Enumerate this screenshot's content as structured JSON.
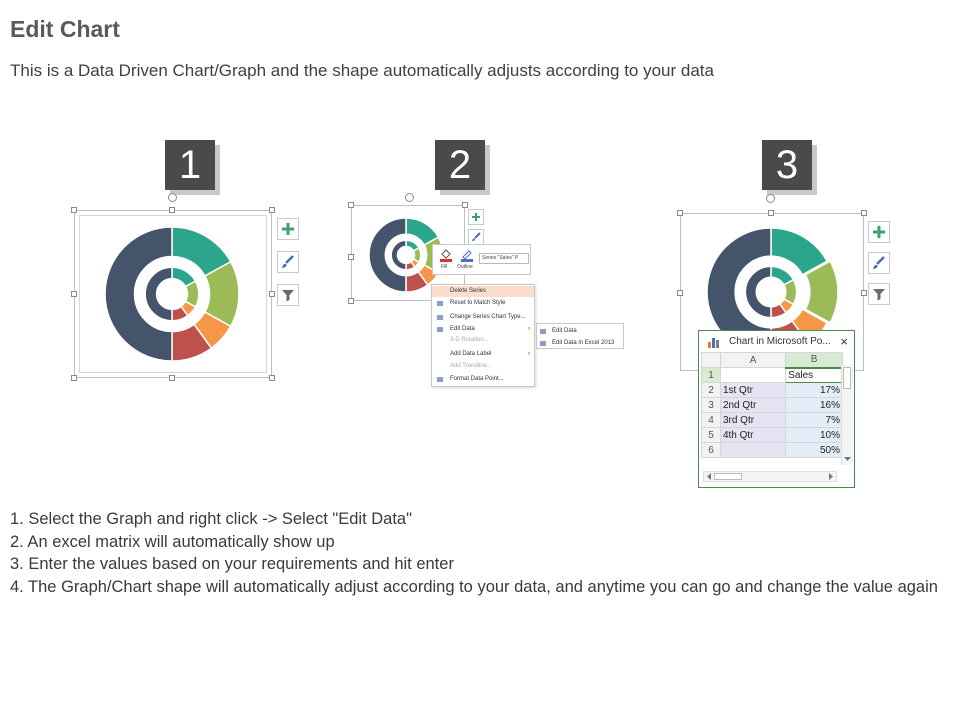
{
  "title": "Edit Chart",
  "subtitle": "This is a Data Driven Chart/Graph and the shape automatically adjusts according to your data",
  "badges": [
    "1",
    "2",
    "3"
  ],
  "colors": {
    "navy": "#44546a",
    "teal": "#2ca58d",
    "lime": "#9bbb59",
    "orange": "#f79646",
    "red": "#c0504d"
  },
  "context_menu": {
    "toolbar": {
      "fill": "Fill",
      "outline": "Outline",
      "series": "Series \"Sales\" P"
    },
    "items": [
      "Delete Series",
      "Reset to Match Style",
      "Change Series Chart Type...",
      "Edit Data",
      "3-D Rotation...",
      "Add Data Label",
      "Add Trendline...",
      "Format Data Point..."
    ],
    "submenu": [
      "Edit Data",
      "Edit Data in Excel 2013"
    ]
  },
  "excel": {
    "title": "Chart in Microsoft Po...",
    "close": "×",
    "col_a": "A",
    "col_b": "B",
    "rows": [
      {
        "n": "1",
        "a": "",
        "b": "Sales"
      },
      {
        "n": "2",
        "a": "1st Qtr",
        "b": "17%"
      },
      {
        "n": "3",
        "a": "2nd Qtr",
        "b": "16%"
      },
      {
        "n": "4",
        "a": "3rd Qtr",
        "b": "7%"
      },
      {
        "n": "5",
        "a": "4th Qtr",
        "b": "10%"
      },
      {
        "n": "6",
        "a": "",
        "b": "50%"
      }
    ]
  },
  "chart_data": {
    "type": "pie",
    "categories": [
      "1st Qtr",
      "2nd Qtr",
      "3rd Qtr",
      "4th Qtr",
      ""
    ],
    "series": [
      {
        "name": "Sales",
        "values": [
          17,
          16,
          7,
          10,
          50
        ]
      }
    ],
    "style": "doughnut"
  },
  "steps": [
    "1. Select the Graph and right click -> Select \"Edit Data\"",
    "2. An excel matrix will automatically show up",
    "3. Enter the values based on your requirements and hit enter",
    "4. The Graph/Chart shape will automatically adjust according to your data, and anytime you can go and change the value again"
  ]
}
